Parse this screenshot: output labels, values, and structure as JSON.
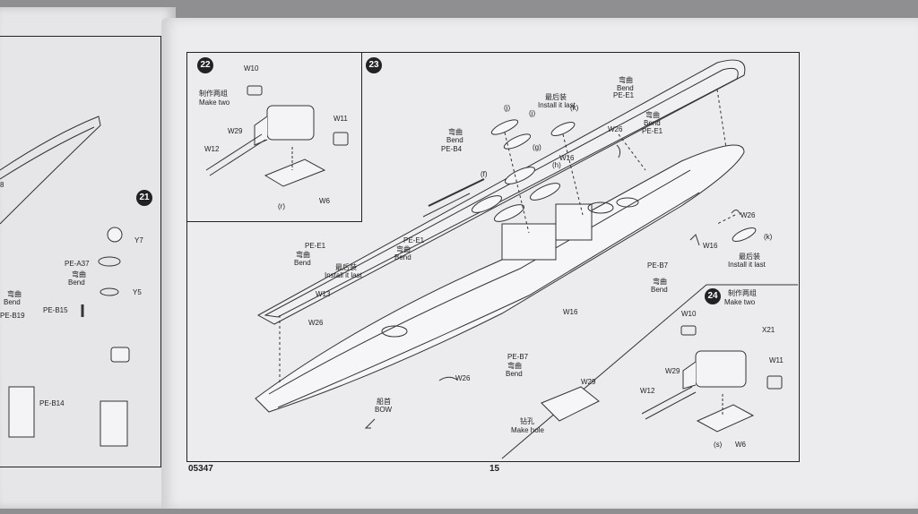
{
  "left_page": {
    "step21": "21",
    "labels": {
      "y7": "Y7",
      "pe_a37": "PE-A37",
      "bend_cn": "弯曲",
      "bend": "Bend",
      "y5": "Y5",
      "pe_b15": "PE-B15",
      "bend2_cn": "弯曲",
      "bend2": "Bend",
      "pe_b19": "PE-B19",
      "pe_b14": "PE-B14",
      "partial_8": "8"
    }
  },
  "step22": {
    "num": "22",
    "w10": "W10",
    "make_two_cn": "制作两组",
    "make_two": "Make two",
    "w29": "W29",
    "w11": "W11",
    "w12": "W12",
    "r": "(r)",
    "w6": "W6"
  },
  "step23": {
    "num": "23",
    "install_cn": "最后装",
    "install": "Install it last",
    "j1": "(j)",
    "j2": "(j)",
    "k1": "(k)",
    "g": "(g)",
    "h": "(h)",
    "f": "(f)",
    "w26_a": "W26",
    "w16_a": "W16",
    "bend_b4_cn": "弯曲",
    "bend_b4": "Bend",
    "pe_b4": "PE-B4",
    "bend_e1a_cn": "弯曲",
    "bend_e1a": "Bend",
    "pe_e1a": "PE-E1",
    "bend_e1b_cn": "弯曲",
    "bend_e1b": "Bend",
    "pe_e1b": "PE-E1",
    "pe_e1c": "PE-E1",
    "bend_e1c_cn": "弯曲",
    "bend_e1c": "Bend",
    "pe_e1d": "PE-E1",
    "bend_e1d_cn": "弯曲",
    "bend_e1d": "Bend",
    "install2_cn": "最后装",
    "install2": "Install it last",
    "w13": "W13",
    "w26_b": "W26",
    "w26_c": "W26",
    "w16_b": "W16",
    "k2": "(k)",
    "install3_cn": "最后装",
    "install3": "Install it last",
    "pe_b7a": "PE-B7",
    "bend_b7a_cn": "弯曲",
    "bend_b7a": "Bend",
    "w16_c": "W16",
    "pe_b7b": "PE-B7",
    "bend_b7b_cn": "弯曲",
    "bend_b7b": "Bend",
    "w26_d": "W26",
    "bow_cn": "船首",
    "bow": "BOW",
    "w29": "W29",
    "drill_cn": "钻孔",
    "make_hole": "Make hole"
  },
  "step24": {
    "num": "24",
    "make_two_cn": "制作两组",
    "make_two": "Make two",
    "w10": "W10",
    "x21": "X21",
    "w29": "W29",
    "w11": "W11",
    "w12": "W12",
    "s": "(s)",
    "w6": "W6"
  },
  "footer": {
    "code": "05347",
    "page": "15"
  }
}
